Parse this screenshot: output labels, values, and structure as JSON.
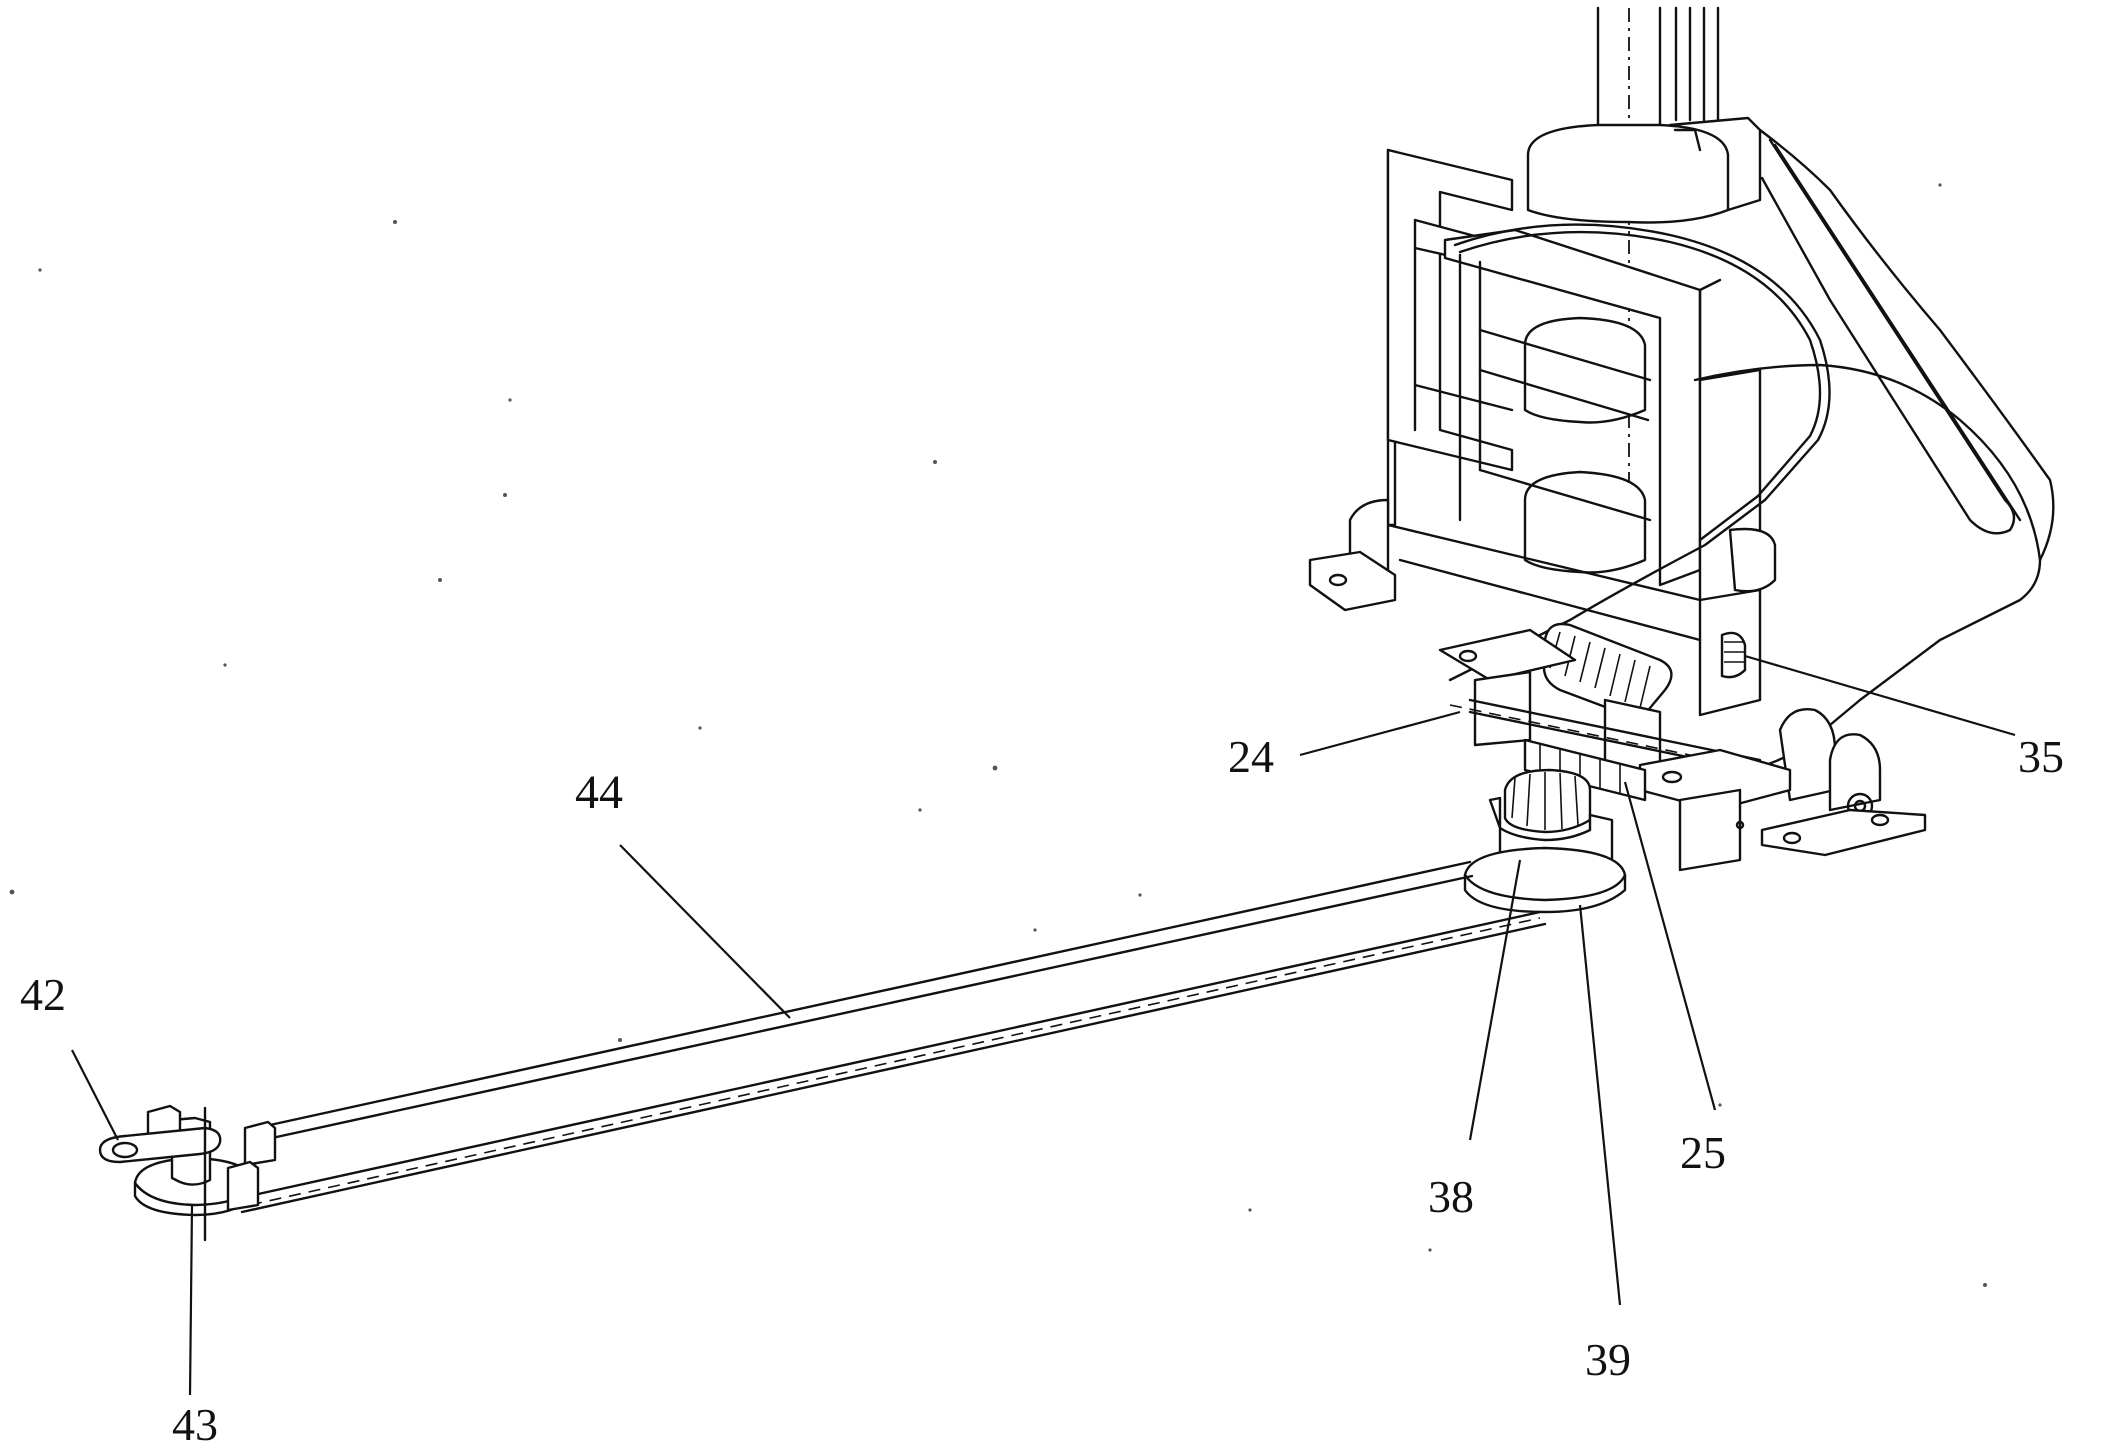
{
  "figure": {
    "labels": {
      "l24": "24",
      "l25": "25",
      "l35": "35",
      "l38": "38",
      "l39": "39",
      "l42": "42",
      "l43": "43",
      "l44": "44"
    }
  }
}
